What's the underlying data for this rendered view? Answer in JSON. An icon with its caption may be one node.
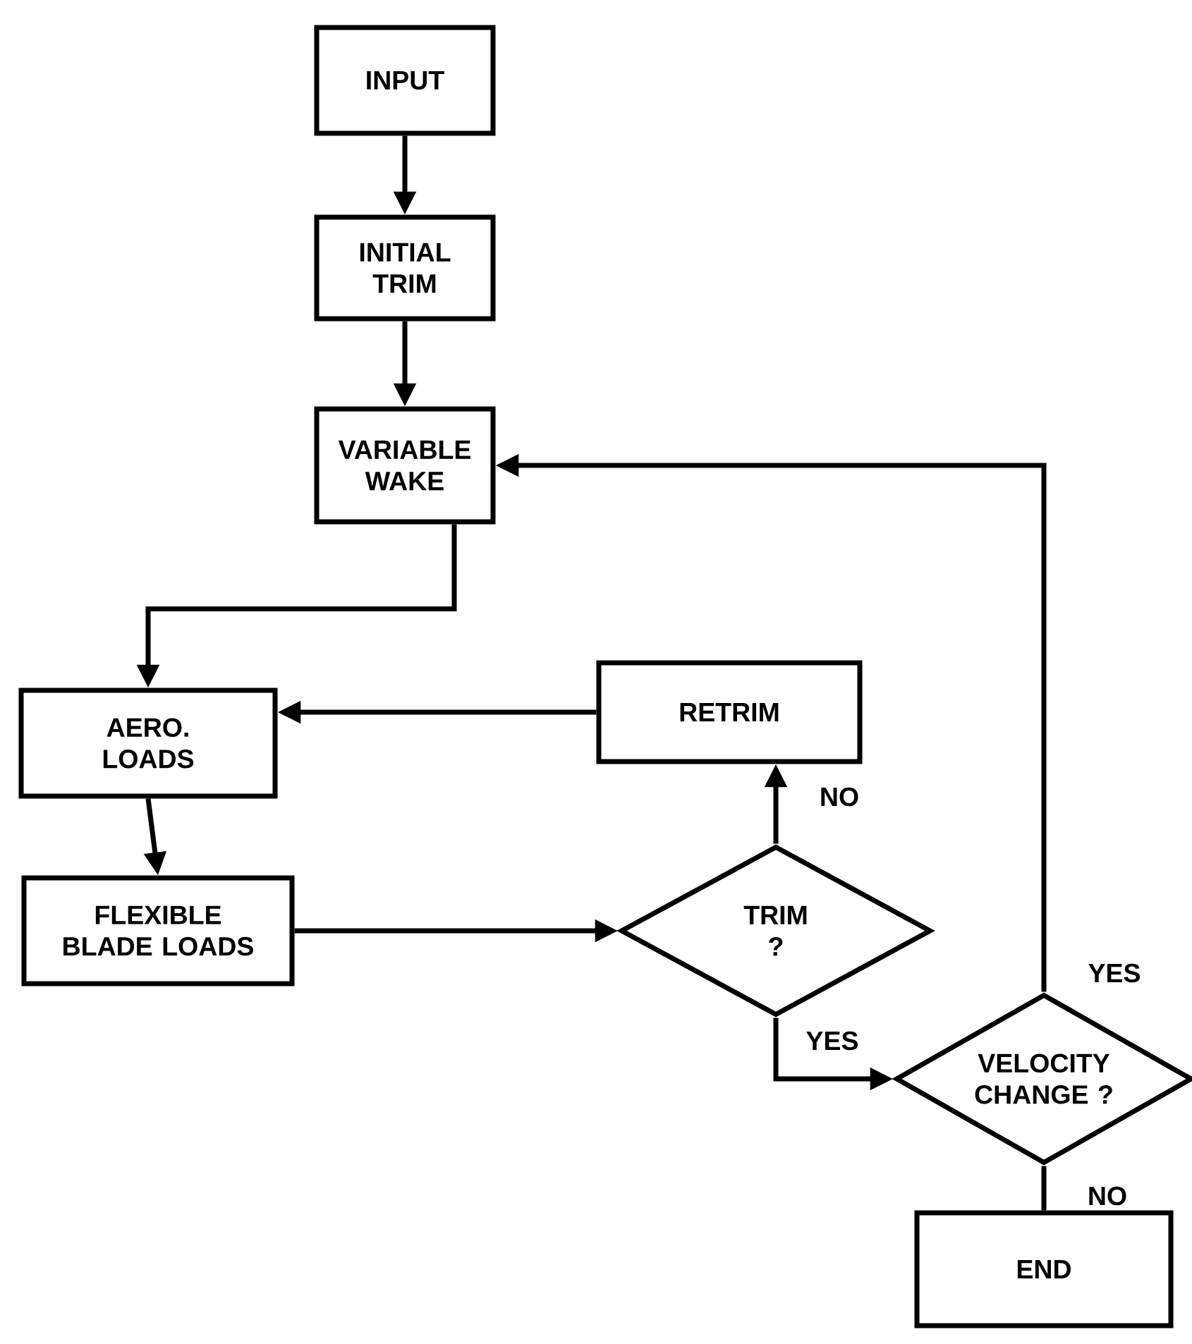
{
  "diagram": {
    "nodes": [
      {
        "text": [
          "INPUT"
        ]
      },
      {
        "text": [
          "INITIAL TRIM"
        ]
      },
      {
        "text": [
          "VARIABLE WAKE"
        ]
      },
      {
        "text": [
          "AERO. LOADS"
        ]
      },
      {
        "text": [
          "RETRIM"
        ]
      },
      {
        "text": [
          "FLEXIBLE BLADE LOADS"
        ]
      },
      {
        "text": [
          "TRIM ?"
        ]
      },
      {
        "text": [
          "VELOCITY CHANGE ?"
        ]
      },
      {
        "text": [
          "END"
        ]
      }
    ],
    "edges": [
      {
        "from": 0,
        "to": 1,
        "arrow": "to"
      },
      {
        "from": 1,
        "to": 2,
        "arrow": "to"
      },
      {
        "from": 2,
        "to": 3,
        "arrow": "to"
      },
      {
        "from": 3,
        "to": 5,
        "arrow": "to"
      },
      {
        "from": 5,
        "to": 6,
        "arrow": "to"
      },
      {
        "from": 6,
        "to": 4,
        "arrow": "to",
        "label": "NO"
      },
      {
        "from": 4,
        "to": 3,
        "arrow": "to"
      },
      {
        "from": 6,
        "to": 7,
        "arrow": "to",
        "label": "YES"
      },
      {
        "from": 7,
        "to": 2,
        "arrow": "to",
        "label": "YES"
      },
      {
        "from": 7,
        "to": 8,
        "arrow": "none",
        "label": "NO"
      }
    ]
  }
}
